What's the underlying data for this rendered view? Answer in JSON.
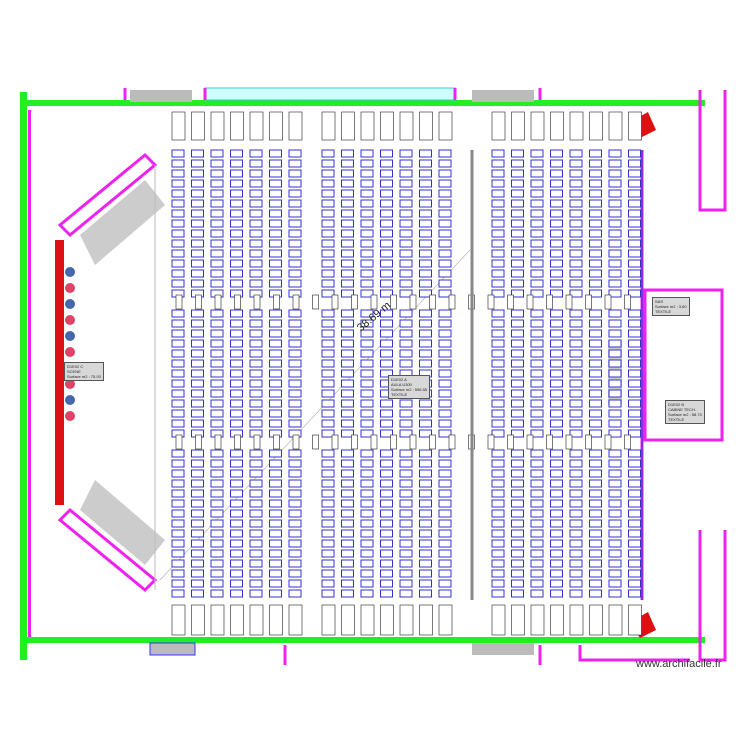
{
  "dimension": "38.69 m",
  "rooms": [
    {
      "lines": [
        "D1E02 A",
        "AULA U300",
        "Surface m2 : 596.55",
        "TEXTILE"
      ]
    },
    {
      "lines": [
        "D1E02 C",
        "SCENE",
        "Surface m2 : 75.93"
      ]
    },
    {
      "lines": [
        "D1E02 B",
        "CABINE TECH.",
        "Surface m2 : 58.70",
        "TEXTILE"
      ]
    },
    {
      "lines": [
        "SAS",
        "Surface m2 : 3.60",
        "TEXTILE"
      ]
    }
  ],
  "watermark": "www.archifacile.fr",
  "colors": {
    "wall": "#22ee22",
    "partition": "#ee22ee",
    "seat": "#3333cc",
    "stage": "#dd1111"
  }
}
